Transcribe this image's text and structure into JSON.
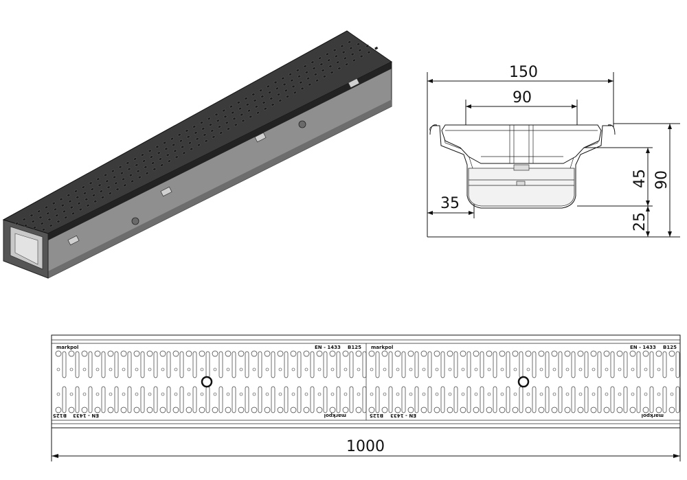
{
  "section_dimensions": {
    "overall_width": "150",
    "inner_width": "90",
    "wall_offset": "35",
    "height_total": "90",
    "height_upper": "45",
    "height_lower": "25"
  },
  "plan_dimensions": {
    "length": "1000"
  },
  "grate_markings": {
    "brand": "markpol",
    "standard": "EN - 1433",
    "load_class": "B125"
  },
  "colors": {
    "grate_dark": "#3a3a3a",
    "channel_gray": "#9a9a9a",
    "line": "#111111"
  }
}
